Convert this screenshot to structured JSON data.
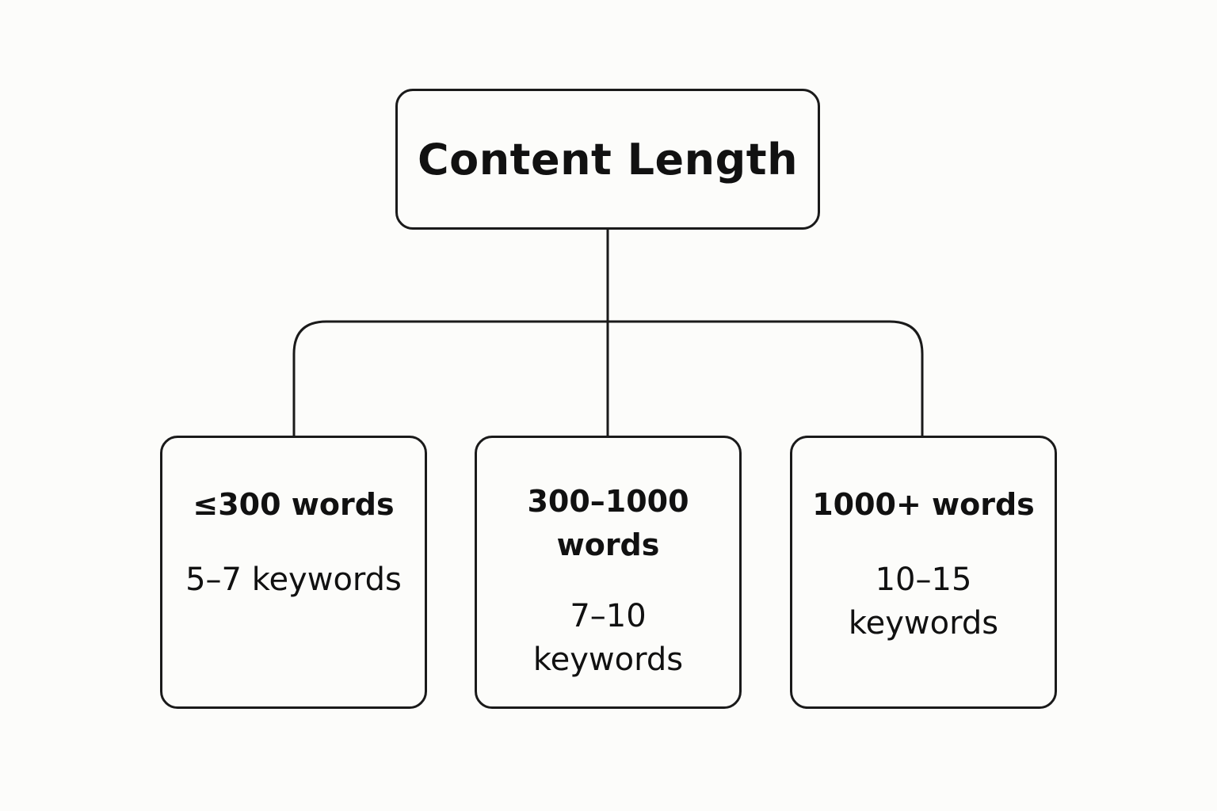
{
  "background_color": "#fcfcfa",
  "line_color": "#1a1a1a",
  "diagram": {
    "root": {
      "title": "Content Length"
    },
    "branches": [
      {
        "title": "≤300 words",
        "value": "5–7 keywords"
      },
      {
        "title": "300–1000 words",
        "value": "7–10 keywords"
      },
      {
        "title": "1000+ words",
        "value": "10–15 keywords"
      }
    ]
  }
}
